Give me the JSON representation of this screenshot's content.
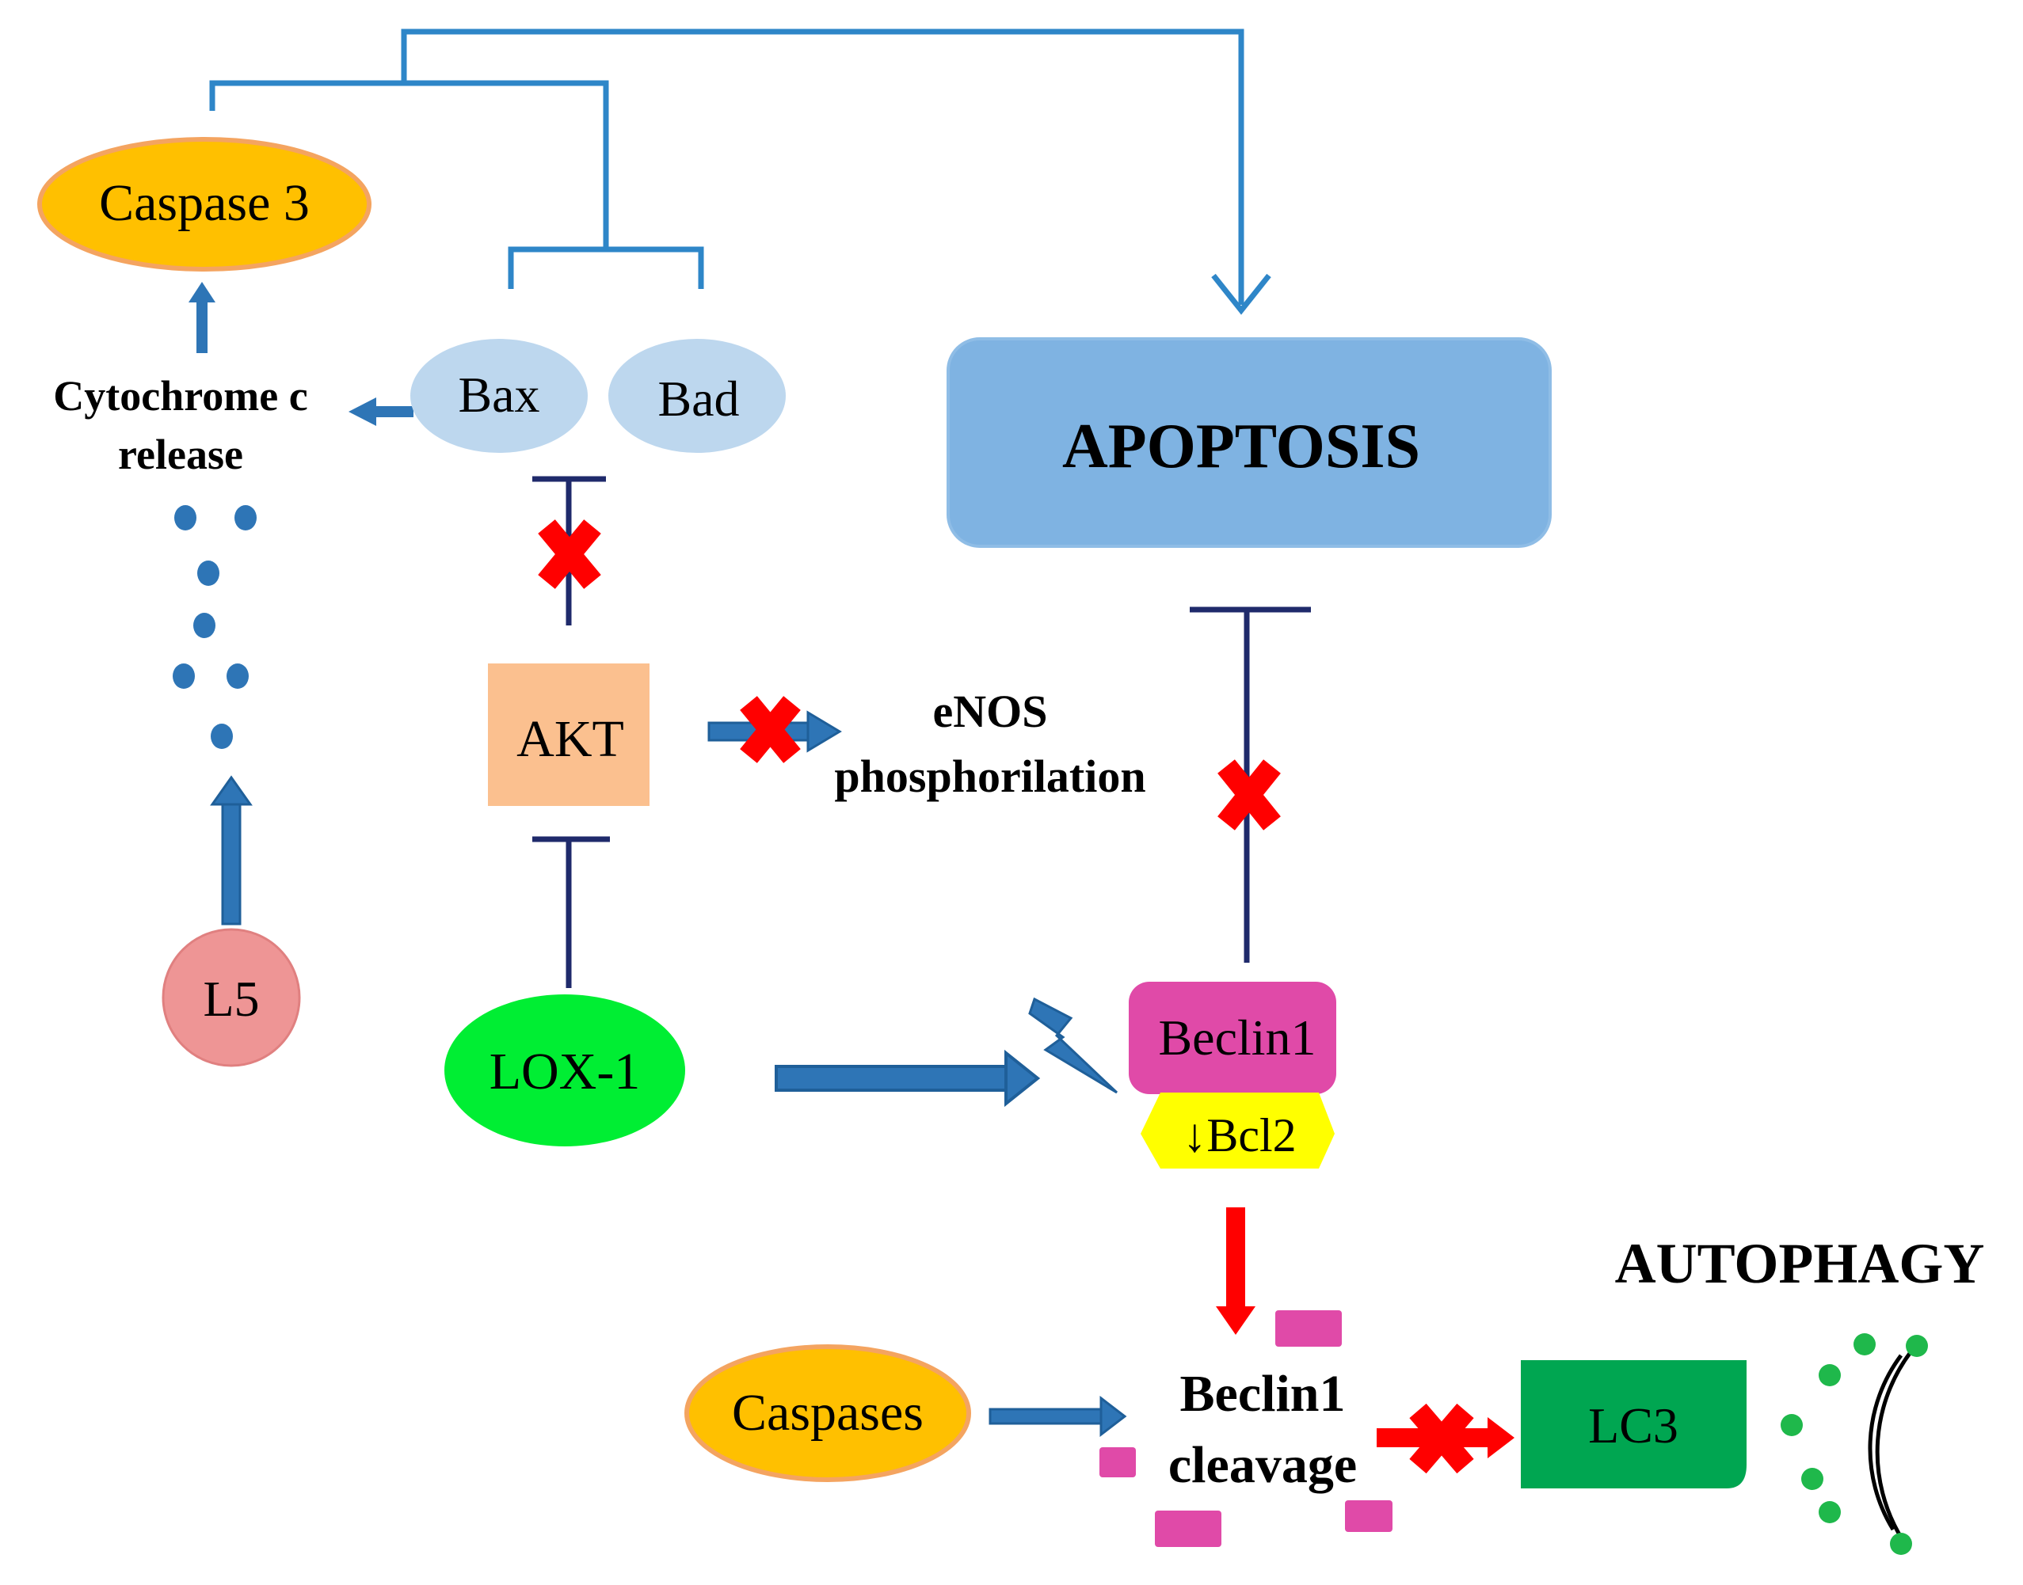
{
  "nodes": {
    "caspase3": "Caspase 3",
    "cytochrome_line1": "Cytochrome c",
    "cytochrome_line2": "release",
    "bax": "Bax",
    "bad": "Bad",
    "apoptosis": "APOPTOSIS",
    "akt": "AKT",
    "enos_line1": "eNOS",
    "enos_line2": "phosphorilation",
    "l5": "L5",
    "lox1": "LOX-1",
    "beclin1": "Beclin1",
    "bcl2": "↓Bcl2",
    "autophagy": "AUTOPHAGY",
    "caspases": "Caspases",
    "cleavage_line1": "Beclin1",
    "cleavage_line2": "cleavage",
    "lc3": "LC3"
  },
  "colors": {
    "feedback_line": "#2E86C8",
    "inhibit_line": "#1F2A6B",
    "block_x": "#FF0000",
    "caspase_fill": "#FFC000",
    "caspase_stroke": "#F4A460",
    "bax_bad_fill": "#BDD7EE",
    "apoptosis_fill": "#7FB3E2",
    "akt_fill": "#FBC08F",
    "l5_fill": "#EE9595",
    "lox1_fill": "#00EE33",
    "beclin1_fill": "#E04AA8",
    "bcl2_fill": "#FFFF00",
    "lc3_fill": "#00A651",
    "fragment_fill": "#E04AA8",
    "arrow_fill": "#2E75B6",
    "red_arrow": "#FF0000"
  }
}
